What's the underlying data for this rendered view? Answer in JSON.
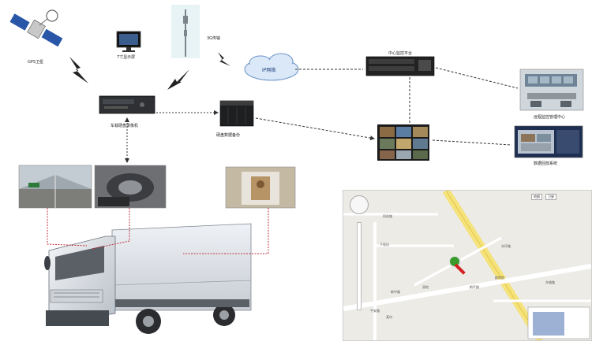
{
  "labels": {
    "gps_satellite": "GPS卫星",
    "monitor": "7寸显示屏",
    "tower_3g": "3G传输",
    "dvr": "车载硬盘录像机",
    "ip_network": "IP网络",
    "central_platform": "中心监控平台",
    "storage": "硬盘数据备份",
    "remote_center": "远程监控管理中心",
    "playback_system": "数据回放系统"
  },
  "map": {
    "buttons": [
      "地图",
      "卫星"
    ],
    "places": [
      "阿苏路",
      "下苑坊",
      "东环路",
      "双地",
      "群利宫",
      "新中路",
      "鹤平路",
      "东城路",
      "平安路",
      "某村"
    ],
    "colors": {
      "road_main": "#f5e27a",
      "road": "#ffffff",
      "marker": "#3a9a2c",
      "arrow": "#d42020"
    }
  },
  "colors": {
    "connector": "#333333",
    "red_link": "#c0303a"
  }
}
